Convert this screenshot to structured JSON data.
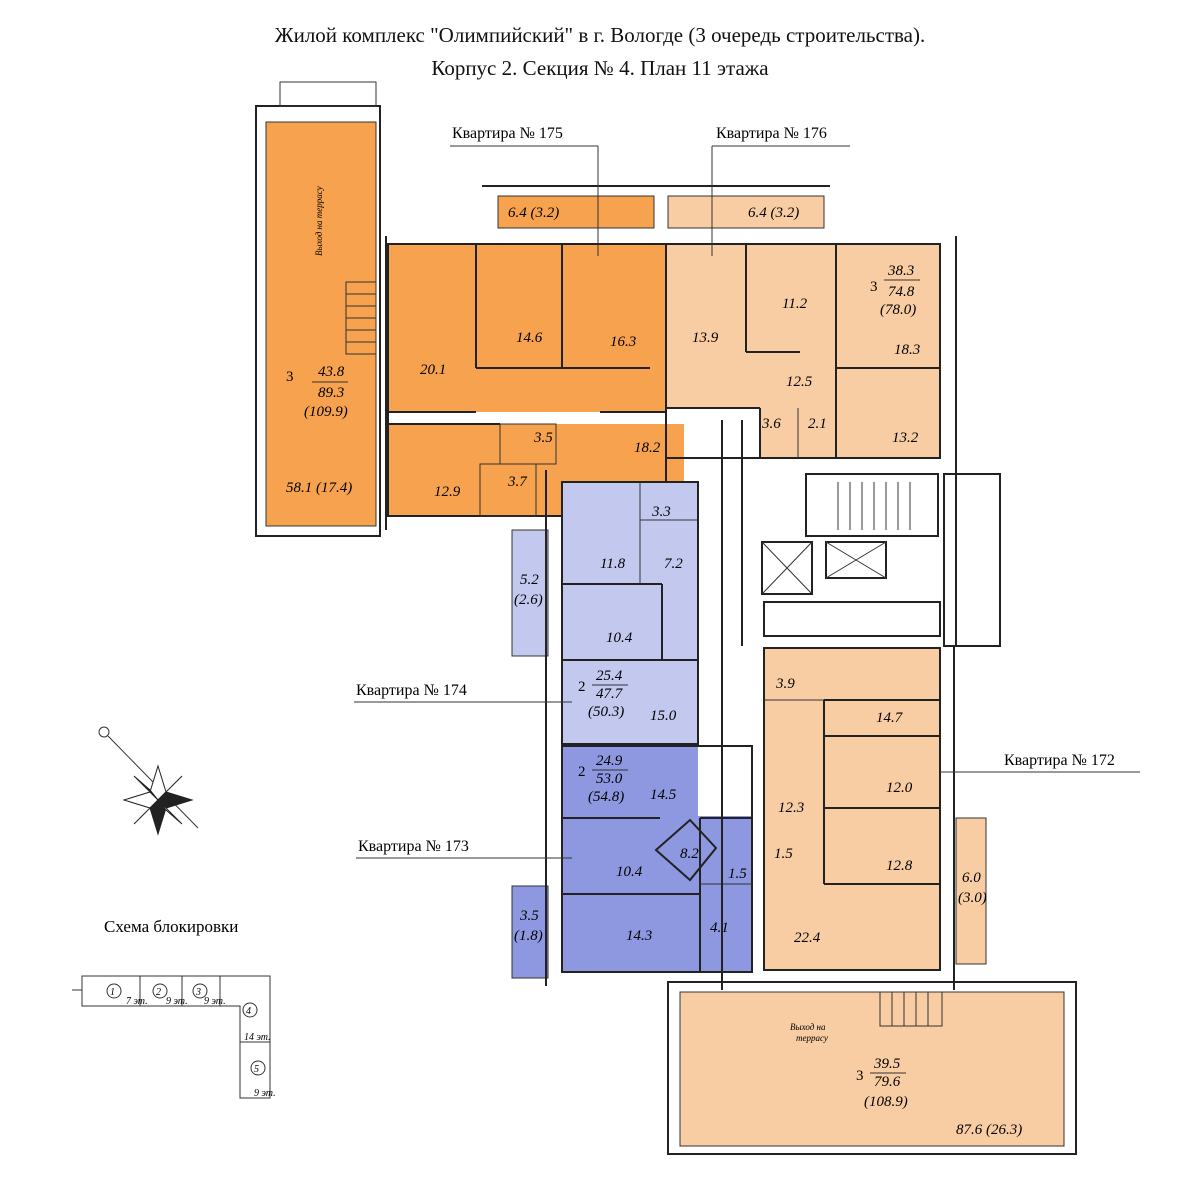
{
  "title_line1": "Жилой комплекс \"Олимпийский\" в г. Вологде (3 очередь строительства).",
  "title_line2": "Корпус 2. Секция № 4. План 11 этажа",
  "colors": {
    "apt175": "#f6a24e",
    "apt176": "#f8cda3",
    "apt172": "#f8cda3",
    "apt174": "#c3c8ef",
    "apt173": "#8e98e0",
    "wall": "#222222"
  },
  "apartments": {
    "a175": {
      "label": "Квартира №  175",
      "summary": {
        "rooms": "3",
        "living": "43.8",
        "total": "89.3",
        "total_with_balcony": "(109.9)"
      },
      "terrace_note": "Выход на террасу",
      "rooms": {
        "terrace": "58.1 (17.4)",
        "balcony": "6.4 (3.2)",
        "kitchen": "20.1",
        "r1": "14.6",
        "r2": "16.3",
        "hall": "18.2",
        "bath": "3.5",
        "wc": "3.7",
        "r3": "12.9"
      }
    },
    "a176": {
      "label": "Квартира № 176",
      "summary": {
        "rooms": "3",
        "living": "38.3",
        "total": "74.8",
        "total_with_balcony": "(78.0)"
      },
      "rooms": {
        "balcony": "6.4 (3.2)",
        "r1": "13.9",
        "r2": "11.2",
        "r3": "18.3",
        "hall": "12.5",
        "bath": "3.6",
        "wc": "2.1",
        "kitchen": "13.2"
      }
    },
    "a174": {
      "label": "Квартира № 174",
      "summary": {
        "rooms": "2",
        "living": "25.4",
        "total": "47.7",
        "total_with_balcony": "(50.3)"
      },
      "rooms": {
        "bath": "3.3",
        "kitchen": "11.8",
        "hall": "7.2",
        "balcony": "5.2",
        "balcony_reduced": "(2.6)",
        "r1": "10.4",
        "r2": "15.0"
      }
    },
    "a173": {
      "label": "Квартира № 173",
      "summary": {
        "rooms": "2",
        "living": "24.9",
        "total": "53.0",
        "total_with_balcony": "(54.8)"
      },
      "rooms": {
        "r1": "14.5",
        "r2": "10.4",
        "hall": "8.2",
        "wc": "1.5",
        "bath": "4.1",
        "kitchen": "14.3",
        "balcony": "3.5",
        "balcony_reduced": "(1.8)"
      }
    },
    "a172": {
      "label": "Квартира № 172",
      "summary": {
        "rooms": "3",
        "living": "39.5",
        "total": "79.6",
        "total_with_balcony": "(108.9)"
      },
      "terrace_note_1": "Выход на",
      "terrace_note_2": "террасу",
      "rooms": {
        "bath": "3.9",
        "r1": "14.7",
        "r2": "12.0",
        "hall": "12.3",
        "r3": "12.8",
        "wc": "1.5",
        "kitchen": "22.4",
        "balcony": "6.0",
        "balcony_reduced": "(3.0)",
        "terrace": "87.6 (26.3)"
      }
    }
  },
  "schema": {
    "title": "Схема блокировки",
    "sections": [
      "1",
      "2",
      "3",
      "4",
      "5"
    ],
    "floors": [
      "7 эт.",
      "9 эт.",
      "9 эт.",
      "14 эт.",
      "9 эт."
    ]
  }
}
